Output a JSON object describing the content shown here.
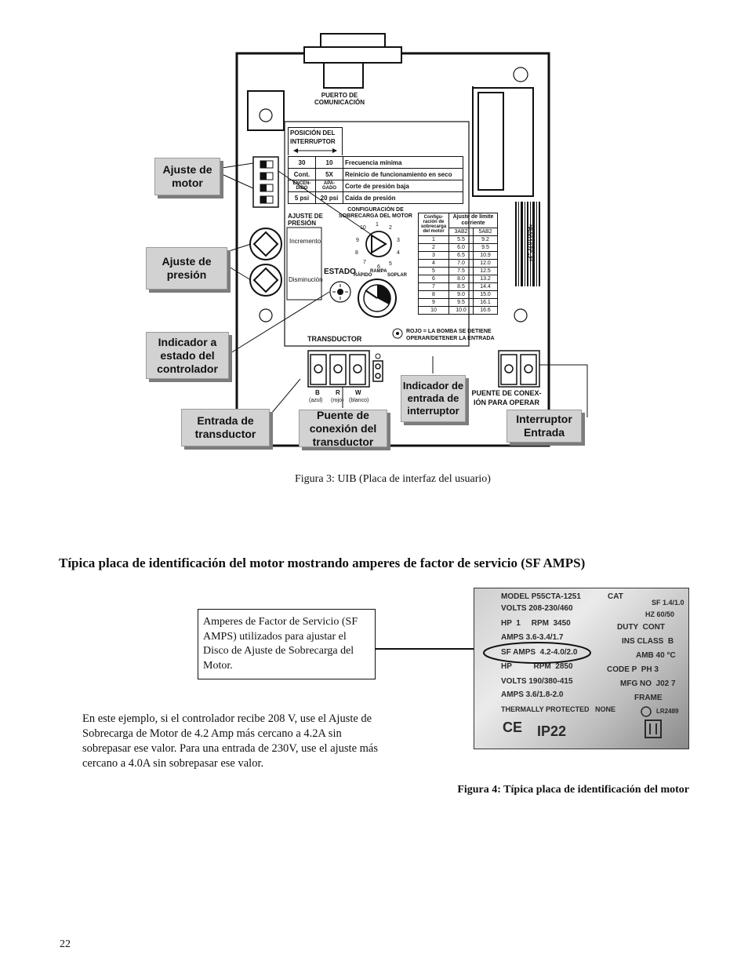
{
  "figure3": {
    "callouts": {
      "motor_adjust": "Ajuste de motor",
      "pressure_adjust": "Ajuste de presión",
      "status_indicator": "Indicador a estado del controlador",
      "transducer_input": "Entrada de transductor",
      "transducer_jumper": "Puente de conexión del transductor",
      "switch_input_indicator": "Indicador de entrada de interruptor",
      "switch_input": "Interruptor Entrada"
    },
    "board": {
      "comm_port": "PUERTO DE COMUNICACIÓN",
      "switch_position_header": "POSICIÓN DEL INTERRUPTOR",
      "switch_rows": [
        {
          "left": "30",
          "right": "10",
          "desc": "Frecuencia mínima"
        },
        {
          "left": "Cont.",
          "right": "5X",
          "desc": "Reinicio de funcionamiento en seco"
        },
        {
          "left": "ENCEN-DIDO",
          "right": "APA-GADO",
          "desc": "Corte de presión baja"
        },
        {
          "left": "5 psi",
          "right": "20 psi",
          "desc": "Caída de presión"
        }
      ],
      "pressure_adjust_label": "AJUSTE DE PRESIÓN",
      "overload_config_label": "CONFIGURACIÓN DE SOBRECARGA DEL MOTOR",
      "increment": "Incremento",
      "decrement": "Disminución",
      "status_label": "ESTADO",
      "dial_numbers": [
        "1",
        "2",
        "3",
        "4",
        "5",
        "6",
        "7",
        "8",
        "9",
        "10"
      ],
      "mode_labels": [
        "RÁPIDO",
        "RAMPA",
        "SOPLAR"
      ],
      "transducer_label": "TRANSDUCTOR",
      "terminal_labels": [
        "B",
        "R",
        "W"
      ],
      "terminal_colors": [
        "(azul)",
        "(rojo)",
        "(blanco)"
      ],
      "red_note": "ROJO = LA BOMBA SE DETIENE OPERAR/DETENER LA ENTRADA",
      "jumper_label": "PUENTE DE CONEX-IÓN PARA OPERAR",
      "barcode_text": "*B00107C-2*",
      "overload_table": {
        "col1_header": "Configu-ración de sobrecarga del motor",
        "col2_header": "Ajuste de límite corriente",
        "subheaders": [
          "3AB2",
          "5AB2"
        ],
        "rows": [
          [
            "1",
            "5.5",
            "9.2"
          ],
          [
            "2",
            "6.0",
            "9.5"
          ],
          [
            "3",
            "6.5",
            "10.9"
          ],
          [
            "4",
            "7.0",
            "12.0"
          ],
          [
            "5",
            "7.5",
            "12.5"
          ],
          [
            "6",
            "8.0",
            "13.2"
          ],
          [
            "7",
            "8.5",
            "14.4"
          ],
          [
            "8",
            "9.0",
            "15.0"
          ],
          [
            "9",
            "9.5",
            "16.1"
          ],
          [
            "10",
            "10.0",
            "16.6"
          ]
        ]
      }
    },
    "caption": "Figura 3: UIB (Placa de interfaz del usuario)"
  },
  "section_title": "Típica placa de identificación del motor mostrando amperes de factor de servicio (SF AMPS)",
  "sf_note": "Amperes de Factor de Servicio (SF AMPS) utilizados para ajustar el Disco de Ajuste de Sobrecarga del Motor.",
  "example_text": "En este ejemplo, si el controlador recibe 208 V, use el Ajuste de Sobrecarga de Motor de 4.2 Amp más cercano a 4.2A sin sobrepasar ese valor. Para una entrada de 230V, use el ajuste más cercano a 4.0A sin sobrepasar ese valor.",
  "nameplate": {
    "left_lines": [
      "MODEL  P55CTA-1251",
      "VOLTS  208-230/460",
      "HP  1     RPM  3450",
      "AMPS  3.6-3.4/1.7",
      "SF AMPS  4.2-4.0/2.0",
      "HP          RPM  2850",
      "VOLTS  190/380-415",
      "AMPS  3.6/1.8-2.0",
      "THERMALLY PROTECTED   NONE"
    ],
    "right_lines": [
      "CAT",
      "SF 1.4/1.0",
      "HZ 60/50",
      "DUTY  CONT",
      "INS CLASS  B",
      "AMB  40 °C",
      "CODE P  PH 3",
      "MFG NO  J02 7",
      "FRAME",
      "LR2489"
    ],
    "ce": "CE",
    "ip": "IP22"
  },
  "figure4_caption": "Figura 4: Típica placa de identificación del motor",
  "page_number": "22"
}
